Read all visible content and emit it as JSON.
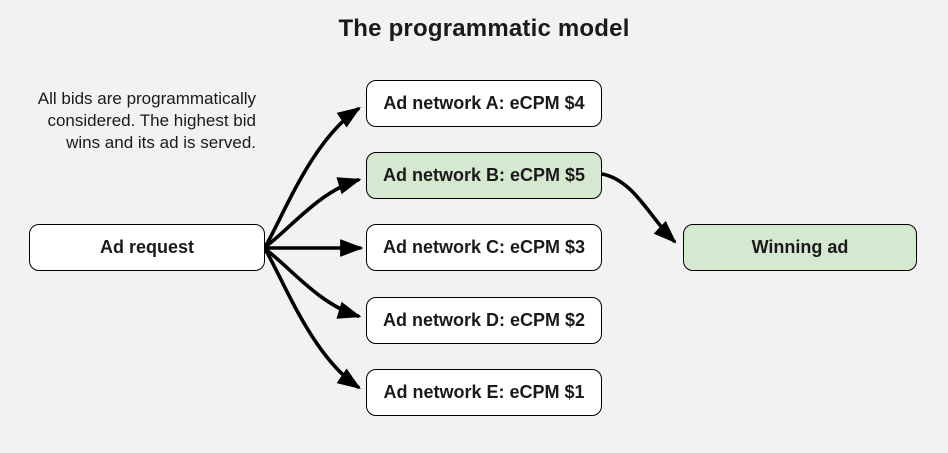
{
  "title": "The programmatic model",
  "description": {
    "lines": [
      "All bids are programmatically",
      "considered. The highest bid",
      "wins and its ad is served."
    ]
  },
  "nodes": {
    "ad_request": {
      "label": "Ad request",
      "highlighted": false
    },
    "networks": [
      {
        "label": "Ad network A: eCPM $4",
        "highlighted": false
      },
      {
        "label": "Ad network B: eCPM $5",
        "highlighted": true
      },
      {
        "label": "Ad network C: eCPM $3",
        "highlighted": false
      },
      {
        "label": "Ad network D: eCPM $2",
        "highlighted": false
      },
      {
        "label": "Ad network E: eCPM $1",
        "highlighted": false
      }
    ],
    "winning_ad": {
      "label": "Winning ad",
      "highlighted": true
    }
  },
  "edges": [
    {
      "from": "ad_request",
      "to": "network_a"
    },
    {
      "from": "ad_request",
      "to": "network_b"
    },
    {
      "from": "ad_request",
      "to": "network_c"
    },
    {
      "from": "ad_request",
      "to": "network_d"
    },
    {
      "from": "ad_request",
      "to": "network_e"
    },
    {
      "from": "network_b",
      "to": "winning_ad"
    }
  ],
  "colors": {
    "background": "#f2f2f2",
    "node_fill": "#ffffff",
    "highlight_fill": "#d5e8d0",
    "border": "#000000",
    "arrow": "#000000",
    "text": "#1a1a1a"
  }
}
